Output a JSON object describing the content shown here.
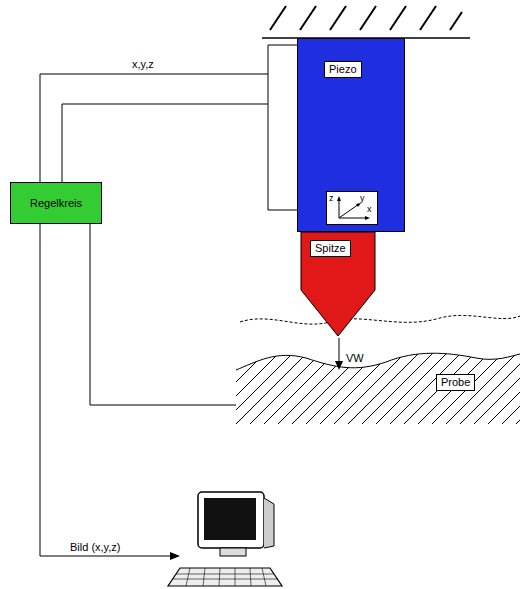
{
  "diagram": {
    "nodes": [
      {
        "text": [
          "Piezo"
        ]
      },
      {
        "text": [
          "Spitze"
        ]
      },
      {
        "text": [
          "Regelkreis"
        ]
      },
      {
        "text": [
          "Probe"
        ]
      }
    ],
    "edges": [
      {
        "from": 2,
        "to": 0,
        "label": "x,y,z",
        "arrow": "none"
      },
      {
        "from": 2,
        "to": 3,
        "arrow": "none"
      }
    ],
    "labels": [
      "z",
      "y",
      "x",
      "VW",
      "Bild (x,y,z)"
    ]
  }
}
